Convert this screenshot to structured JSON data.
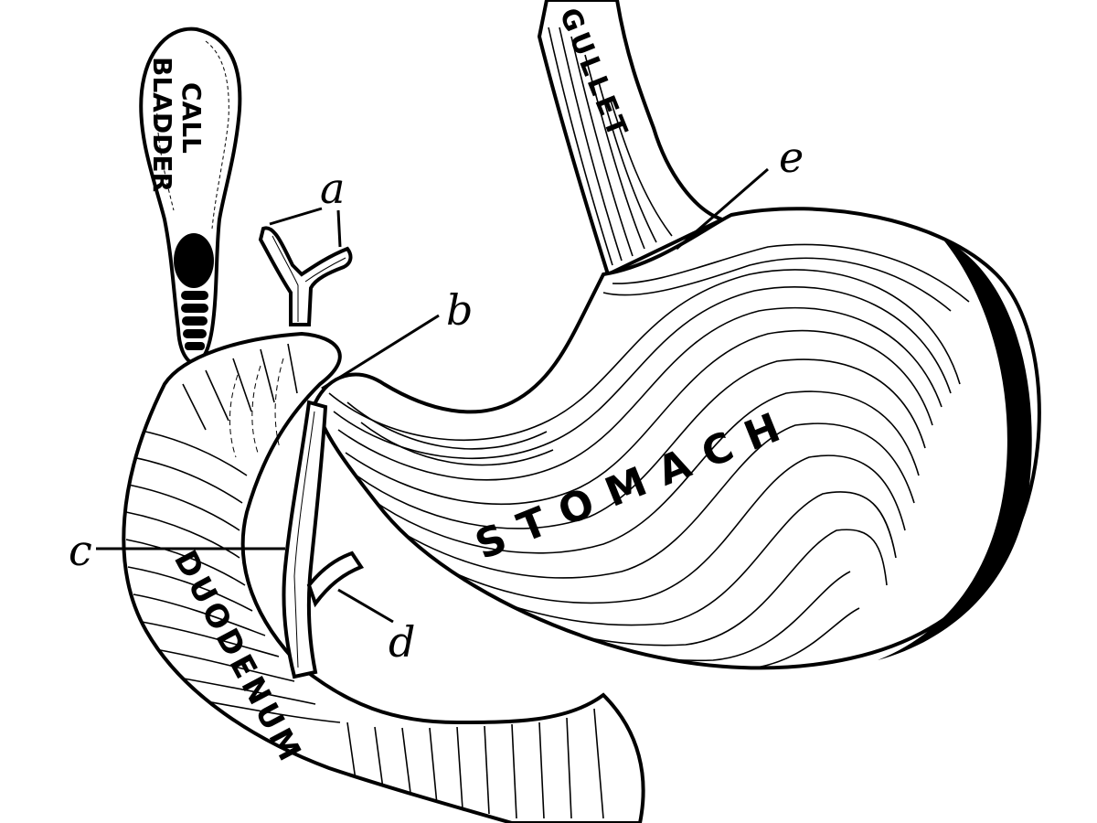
{
  "figure": {
    "type": "anatomical engraving",
    "subject": "Stomach, duodenum and gall bladder",
    "background_color": "#ffffff",
    "ink_color": "#000000"
  },
  "organ_labels": {
    "gall_line1": "CALL",
    "gall_line2": "BLADDER",
    "gullet": "GULLET",
    "stomach": "STOMACH",
    "duodenum": "DUODENUM"
  },
  "letter_labels": {
    "a": "a",
    "b": "b",
    "c": "c",
    "d": "d",
    "e": "e"
  }
}
